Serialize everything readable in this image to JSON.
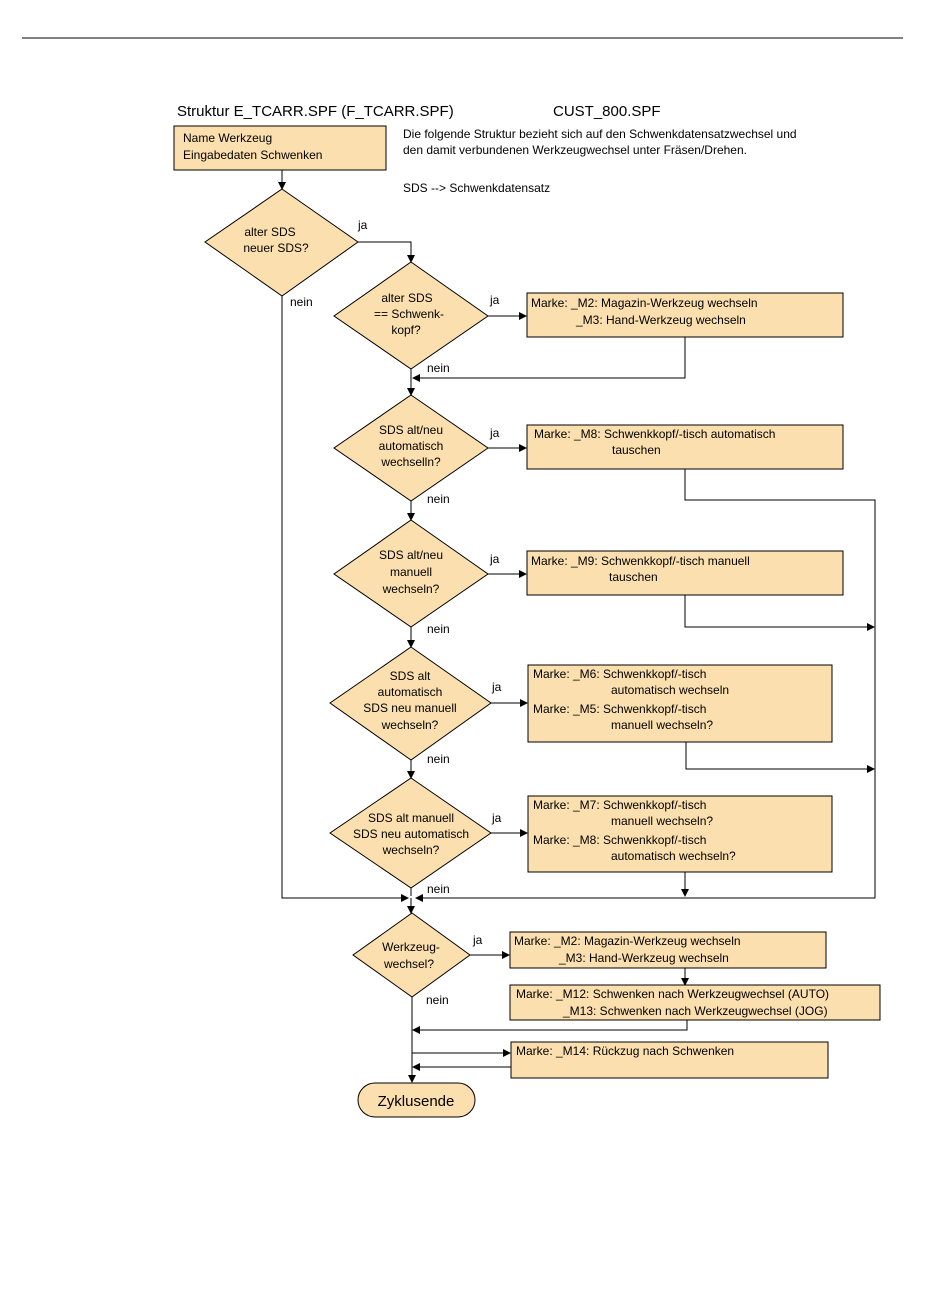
{
  "header": {
    "title_left": "Struktur E_TCARR.SPF (F_TCARR.SPF)",
    "title_right": "CUST_800.SPF"
  },
  "description": {
    "line1": "Die folgende Struktur bezieht sich auf den Schwenkdatensatzwechsel und",
    "line2": "den damit verbundenen Werkzeugwechsel unter Fräsen/Drehen.",
    "abbrev": "SDS --> Schwenkdatensatz"
  },
  "colors": {
    "box_fill": "#fbdfae",
    "stroke": "#000000"
  },
  "start_box": {
    "line1": "Name Werkzeug",
    "line2": "Eingabedaten Schwenken"
  },
  "decisions": [
    {
      "lines": [
        "alter SDS",
        "neuer SDS?"
      ],
      "yes": "ja",
      "no": "nein"
    },
    {
      "lines": [
        "alter SDS",
        "== Schwenk-",
        "kopf?"
      ],
      "yes": "ja",
      "no": "nein"
    },
    {
      "lines": [
        "SDS alt/neu",
        "automatisch",
        "wechselln?"
      ],
      "yes": "ja",
      "no": "nein"
    },
    {
      "lines": [
        "SDS alt/neu",
        "manuell",
        "wechseln?"
      ],
      "yes": "ja",
      "no": "nein"
    },
    {
      "lines": [
        "SDS alt",
        "automatisch",
        "SDS neu manuell",
        "wechseln?"
      ],
      "yes": "ja",
      "no": "nein"
    },
    {
      "lines": [
        "SDS alt manuell",
        "SDS neu automatisch",
        "wechseln?"
      ],
      "yes": "ja",
      "no": "nein"
    },
    {
      "lines": [
        "Werkzeug-",
        "wechsel?"
      ],
      "yes": "ja",
      "no": "nein"
    }
  ],
  "markers": [
    {
      "lines": [
        "Marke: _M2: Magazin-Werkzeug wechseln",
        "_M3: Hand-Werkzeug wechseln"
      ]
    },
    {
      "lines": [
        "Marke: _M8: Schwenkkopf/-tisch automatisch",
        "tauschen"
      ]
    },
    {
      "lines": [
        "Marke: _M9: Schwenkkopf/-tisch manuell",
        "tauschen"
      ]
    },
    {
      "lines": [
        "Marke: _M6: Schwenkkopf/-tisch",
        "automatisch wechseln",
        "Marke: _M5: Schwenkkopf/-tisch",
        "manuell wechseln?"
      ]
    },
    {
      "lines": [
        "Marke: _M7: Schwenkkopf/-tisch",
        "manuell wechseln?",
        "Marke: _M8: Schwenkkopf/-tisch",
        "automatisch wechseln?"
      ]
    },
    {
      "lines": [
        "Marke: _M2: Magazin-Werkzeug wechseln",
        "_M3: Hand-Werkzeug wechseln"
      ]
    },
    {
      "lines": [
        "Marke: _M12: Schwenken nach Werkzeugwechsel (AUTO)",
        "_M13: Schwenken nach Werkzeugwechsel (JOG)"
      ]
    },
    {
      "lines": [
        "Marke: _M14: Rückzug nach Schwenken"
      ]
    }
  ],
  "end": {
    "label": "Zyklusende"
  }
}
